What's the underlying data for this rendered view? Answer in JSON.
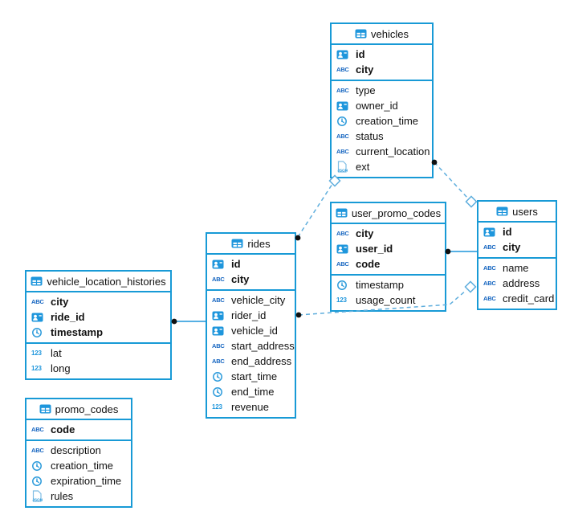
{
  "colors": {
    "table_border": "#189AD6",
    "icon_blue": "#1E96DC",
    "icon_dark_blue": "#1565C0",
    "dashed_relation": "#5FAEDD",
    "solid_relation": "#1E96DC",
    "marker_dot": "#111111",
    "text": "#111111"
  },
  "tables": [
    {
      "title": "vehicles",
      "primary_columns": [
        {
          "name": "id",
          "type": "id"
        },
        {
          "name": "city",
          "type": "text"
        }
      ],
      "columns": [
        {
          "name": "type",
          "type": "text"
        },
        {
          "name": "owner_id",
          "type": "id"
        },
        {
          "name": "creation_time",
          "type": "time"
        },
        {
          "name": "status",
          "type": "text"
        },
        {
          "name": "current_location",
          "type": "text"
        },
        {
          "name": "ext",
          "type": "json"
        }
      ]
    },
    {
      "title": "user_promo_codes",
      "primary_columns": [
        {
          "name": "city",
          "type": "text"
        },
        {
          "name": "user_id",
          "type": "id"
        },
        {
          "name": "code",
          "type": "text"
        }
      ],
      "columns": [
        {
          "name": "timestamp",
          "type": "time"
        },
        {
          "name": "usage_count",
          "type": "number"
        }
      ]
    },
    {
      "title": "users",
      "primary_columns": [
        {
          "name": "id",
          "type": "id"
        },
        {
          "name": "city",
          "type": "text"
        }
      ],
      "columns": [
        {
          "name": "name",
          "type": "text"
        },
        {
          "name": "address",
          "type": "text"
        },
        {
          "name": "credit_card",
          "type": "text"
        }
      ]
    },
    {
      "title": "rides",
      "primary_columns": [
        {
          "name": "id",
          "type": "id"
        },
        {
          "name": "city",
          "type": "text"
        }
      ],
      "columns": [
        {
          "name": "vehicle_city",
          "type": "text"
        },
        {
          "name": "rider_id",
          "type": "id"
        },
        {
          "name": "vehicle_id",
          "type": "id"
        },
        {
          "name": "start_address",
          "type": "text"
        },
        {
          "name": "end_address",
          "type": "text"
        },
        {
          "name": "start_time",
          "type": "time"
        },
        {
          "name": "end_time",
          "type": "time"
        },
        {
          "name": "revenue",
          "type": "number"
        }
      ]
    },
    {
      "title": "vehicle_location_histories",
      "primary_columns": [
        {
          "name": "city",
          "type": "text"
        },
        {
          "name": "ride_id",
          "type": "id"
        },
        {
          "name": "timestamp",
          "type": "time"
        }
      ],
      "columns": [
        {
          "name": "lat",
          "type": "number"
        },
        {
          "name": "long",
          "type": "number"
        }
      ]
    },
    {
      "title": "promo_codes",
      "primary_columns": [
        {
          "name": "code",
          "type": "text"
        }
      ],
      "columns": [
        {
          "name": "description",
          "type": "text"
        },
        {
          "name": "creation_time",
          "type": "time"
        },
        {
          "name": "expiration_time",
          "type": "time"
        },
        {
          "name": "rules",
          "type": "json"
        }
      ]
    }
  ],
  "relations": [
    {
      "from": "vehicle_location_histories",
      "to": "rides",
      "line": "solid",
      "from_marker": "black-dot",
      "to_marker": "none"
    },
    {
      "from": "user_promo_codes",
      "to": "users",
      "line": "solid",
      "from_marker": "black-dot",
      "to_marker": "none"
    },
    {
      "from": "rides",
      "to": "vehicles",
      "line": "dashed",
      "from_marker": "black-dot",
      "to_marker": "open-diamond"
    },
    {
      "from": "vehicles",
      "to": "users",
      "line": "dashed",
      "from_marker": "black-dot",
      "to_marker": "open-diamond"
    },
    {
      "from": "rides",
      "to": "users",
      "line": "dashed",
      "from_marker": "black-dot",
      "to_marker": "open-diamond"
    }
  ]
}
